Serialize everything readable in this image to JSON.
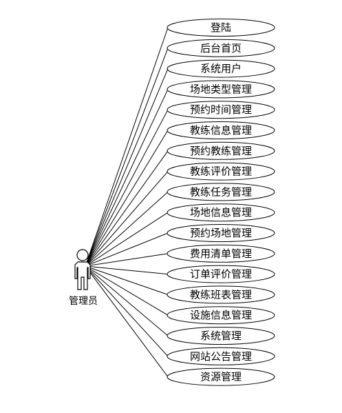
{
  "actor": {
    "label": "管理员"
  },
  "use_cases": [
    {
      "label": "登陆"
    },
    {
      "label": "后台首页"
    },
    {
      "label": "系统用户"
    },
    {
      "label": "场地类型管理"
    },
    {
      "label": "预约时间管理"
    },
    {
      "label": "教练信息管理"
    },
    {
      "label": "预约教练管理"
    },
    {
      "label": "教练评价管理"
    },
    {
      "label": "教练任务管理"
    },
    {
      "label": "场地信息管理"
    },
    {
      "label": "预约场地管理"
    },
    {
      "label": "费用清单管理"
    },
    {
      "label": "订单评价管理"
    },
    {
      "label": "教练班表管理"
    },
    {
      "label": "设施信息管理"
    },
    {
      "label": "系统管理"
    },
    {
      "label": "网站公告管理"
    },
    {
      "label": "资源管理"
    }
  ]
}
